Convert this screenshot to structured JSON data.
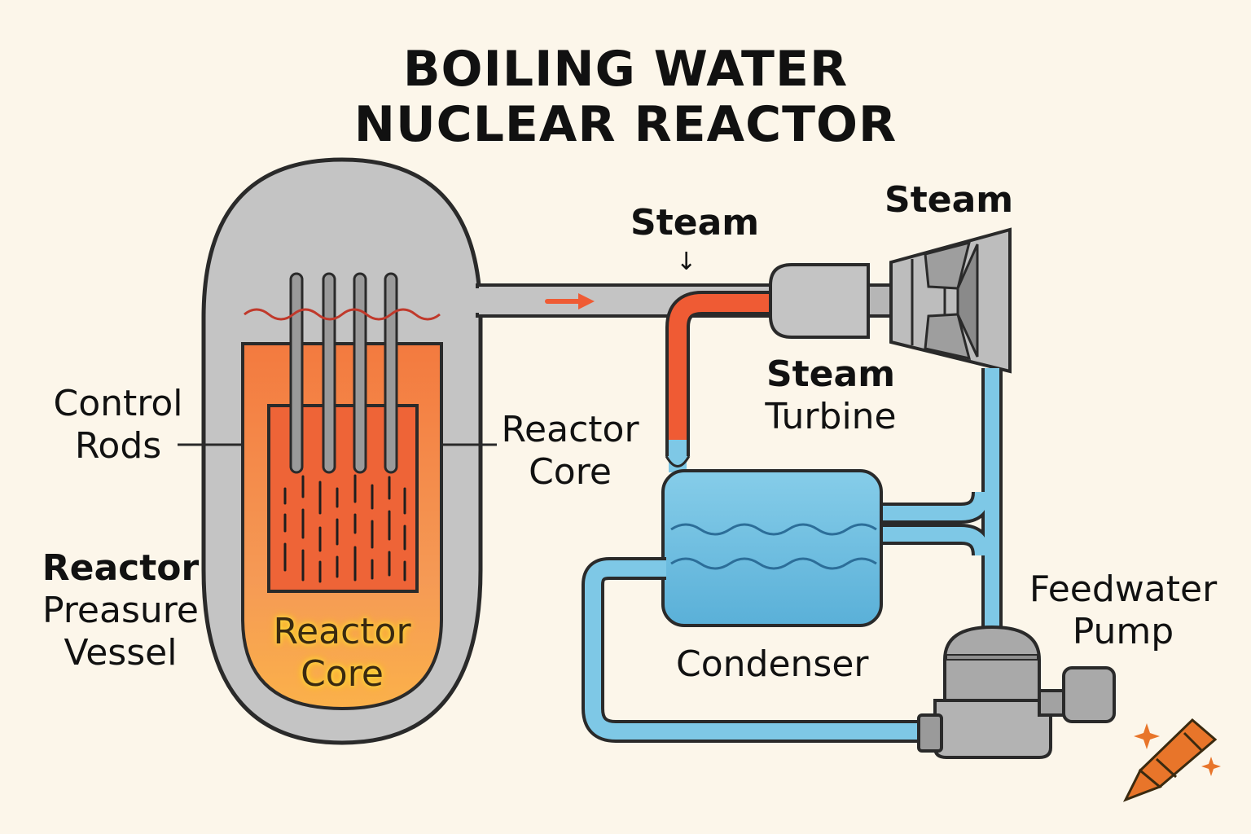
{
  "title": {
    "line1": "BOILING WATER",
    "line2": "NUCLEAR REACTOR"
  },
  "labels": {
    "control_rods": {
      "line1": "Control",
      "line2": "Rods"
    },
    "reactor_core_side": {
      "line1": "Reactor",
      "line2": "Core"
    },
    "reactor_core_inner": {
      "line1": "Reactor",
      "line2": "Core"
    },
    "pressure_vessel": {
      "line1": "Reactor",
      "line2": "Preasure",
      "line3": "Vessel"
    },
    "steam_pipe": "Steam",
    "steam_arrow": "↓",
    "steam_top": "Steam",
    "steam_turbine": {
      "line1": "Steam",
      "line2": "Turbine"
    },
    "condenser": "Condenser",
    "feedwater_pump": {
      "line1": "Feedwater",
      "line2": "Pump"
    }
  },
  "colors": {
    "background": "#fcf6ea",
    "vessel_gray": "#c4c4c4",
    "core_orange": "#f59a55",
    "core_red": "#ee6437",
    "steam_red": "#ef5b34",
    "water_blue": "#7ec8e6",
    "outline": "#2a2a2a"
  },
  "icons": {
    "brand": "crayon-icon"
  }
}
